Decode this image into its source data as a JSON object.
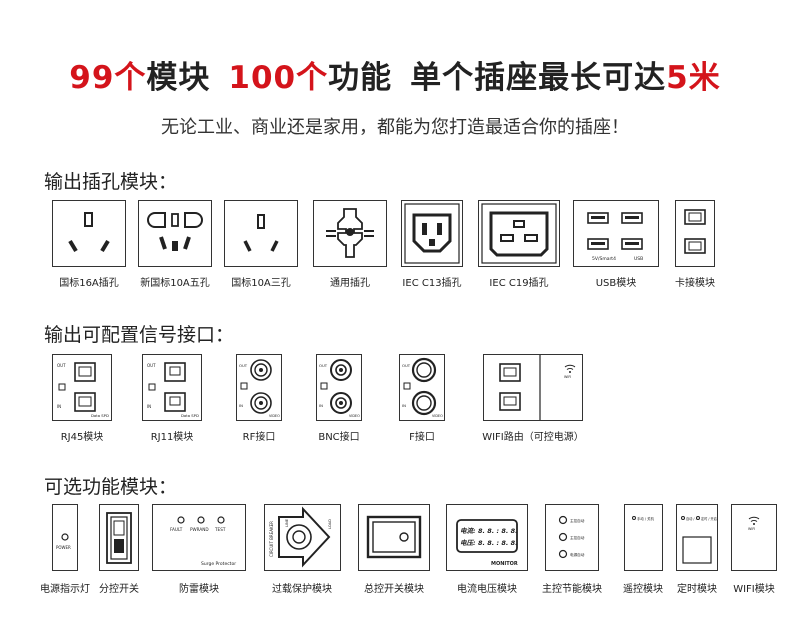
{
  "header": {
    "title_red_1": "99个",
    "title_black_1": "模块",
    "title_red_2": "100个",
    "title_black_2": "功能",
    "title_black_3": "单个插座最长可达",
    "title_red_3": "5米",
    "subtitle": "无论工业、商业还是家用，都能为您打造最适合你的插座！"
  },
  "colors": {
    "accent": "#d4141b",
    "text": "#222222",
    "line": "#333333"
  },
  "sections": {
    "outlets": {
      "heading": "输出插孔模块：",
      "items": [
        {
          "label": "国标16A插孔"
        },
        {
          "label": "新国标10A五孔"
        },
        {
          "label": "国标10A三孔"
        },
        {
          "label": "通用插孔"
        },
        {
          "label": "IEC C13插孔"
        },
        {
          "label": "IEC C19插孔"
        },
        {
          "label": "USB模块"
        },
        {
          "label": "卡接模块"
        }
      ],
      "usb_text": {
        "left": "5V/Smart4",
        "right": "USB"
      }
    },
    "signals": {
      "heading": "输出可配置信号接口：",
      "items": [
        {
          "label": "RJ45模块"
        },
        {
          "label": "RJ11模块"
        },
        {
          "label": "RF接口"
        },
        {
          "label": "BNC接口"
        },
        {
          "label": "F接口"
        },
        {
          "label": "WIFI路由（可控电源）"
        }
      ],
      "port_text": {
        "out": "OUT",
        "in": "IN",
        "data": "Data SPD",
        "video": "VIDEO",
        "wifi": "WIFI"
      }
    },
    "functions": {
      "heading": "可选功能模块：",
      "items": [
        {
          "label": "电源指示灯"
        },
        {
          "label": "分控开关"
        },
        {
          "label": "防雷模块"
        },
        {
          "label": "过载保护模块"
        },
        {
          "label": "总控开关模块"
        },
        {
          "label": "电流电压模块"
        },
        {
          "label": "主控节能模块"
        },
        {
          "label": "遥控模块"
        },
        {
          "label": "定时模块"
        },
        {
          "label": "WIFI模块"
        }
      ],
      "inner_text": {
        "power": "POWER",
        "fault": "FAULT",
        "prwand": "PWRAND",
        "test": "TEST",
        "surge": "Surge Protector",
        "breaker": "CIRCUIT BREAKER",
        "line": "LINE",
        "load": "LOAD",
        "monitor": "MONITOR",
        "current": "电流:",
        "voltage": "电压:",
        "digits": "8. 8. : 8. 8.",
        "ctrl1": "主控自动",
        "ctrl2": "主控自动",
        "ctrl3": "电源自动",
        "remote": "手动 / 关机",
        "timer1": "自动 / -",
        "timer2": "定时 / 开启",
        "wifi": "WIFI"
      }
    }
  }
}
